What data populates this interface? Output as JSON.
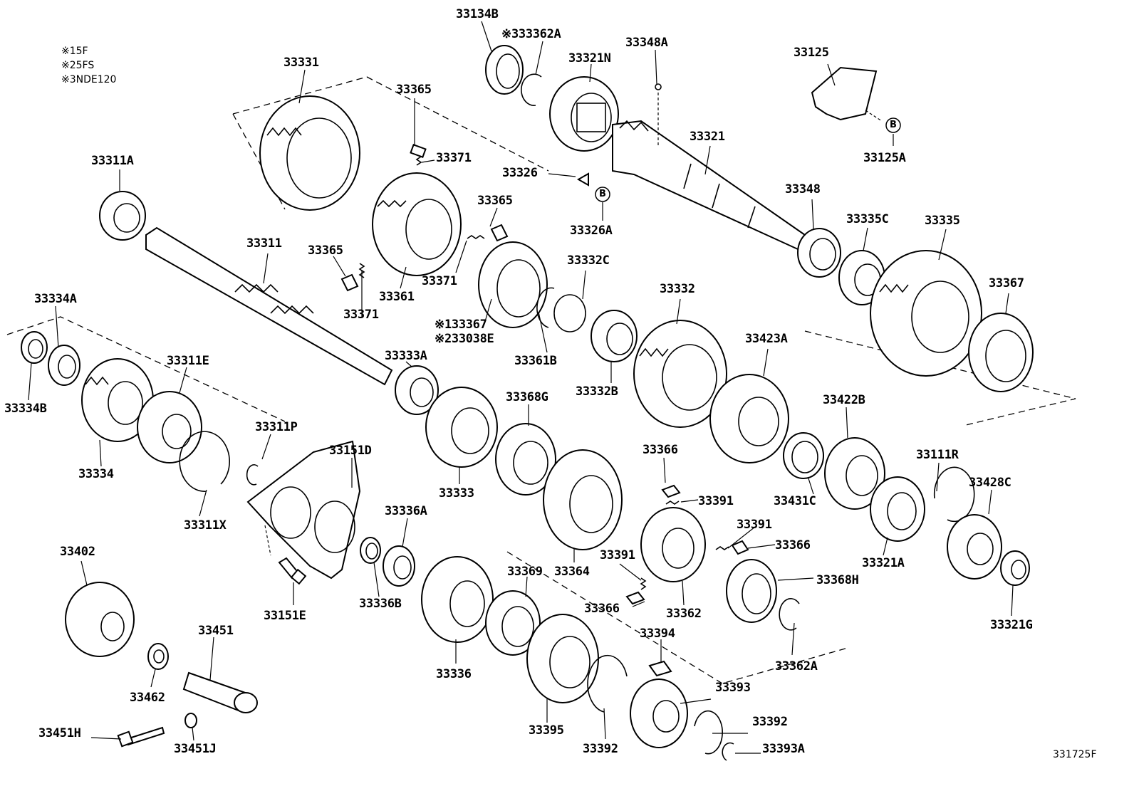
{
  "notes": [
    {
      "mark": "※1",
      "text": "5F"
    },
    {
      "mark": "※2",
      "text": "5FS"
    },
    {
      "mark": "※3",
      "text": "NDE120"
    }
  ],
  "badges": [
    {
      "text": "B"
    },
    {
      "text": "B"
    }
  ],
  "diagram_code": "331725F",
  "labels": [
    {
      "id": "33134B",
      "text": "33134B"
    },
    {
      "id": "33362A-top",
      "text": "※333362A"
    },
    {
      "id": "33348A",
      "text": "33348A"
    },
    {
      "id": "33321N",
      "text": "33321N"
    },
    {
      "id": "33125",
      "text": "33125"
    },
    {
      "id": "33331",
      "text": "33331"
    },
    {
      "id": "33365-a",
      "text": "33365"
    },
    {
      "id": "33371-a",
      "text": "33371"
    },
    {
      "id": "33326",
      "text": "33326"
    },
    {
      "id": "33321",
      "text": "33321"
    },
    {
      "id": "33125A",
      "text": "33125A"
    },
    {
      "id": "33311A",
      "text": "33311A"
    },
    {
      "id": "33326A",
      "text": "33326A"
    },
    {
      "id": "33348",
      "text": "33348"
    },
    {
      "id": "33365-b",
      "text": "33365"
    },
    {
      "id": "33335C",
      "text": "33335C"
    },
    {
      "id": "33335",
      "text": "33335"
    },
    {
      "id": "33311",
      "text": "33311"
    },
    {
      "id": "33365-c",
      "text": "33365"
    },
    {
      "id": "33332C",
      "text": "33332C"
    },
    {
      "id": "33371-b",
      "text": "33371"
    },
    {
      "id": "33361",
      "text": "33361"
    },
    {
      "id": "33367-a",
      "text": "33367"
    },
    {
      "id": "33332",
      "text": "33332"
    },
    {
      "id": "33334A",
      "text": "33334A"
    },
    {
      "id": "33371-c",
      "text": "33371"
    },
    {
      "id": "33367-b",
      "text": "※133367"
    },
    {
      "id": "33038E",
      "text": "※233038E"
    },
    {
      "id": "33423A",
      "text": "33423A"
    },
    {
      "id": "33311E",
      "text": "33311E"
    },
    {
      "id": "33333A",
      "text": "33333A"
    },
    {
      "id": "33361B",
      "text": "33361B"
    },
    {
      "id": "33332B",
      "text": "33332B"
    },
    {
      "id": "33334B",
      "text": "33334B"
    },
    {
      "id": "33368G",
      "text": "33368G"
    },
    {
      "id": "33422B",
      "text": "33422B"
    },
    {
      "id": "33311P",
      "text": "33311P"
    },
    {
      "id": "33151D",
      "text": "33151D"
    },
    {
      "id": "33366-a",
      "text": "33366"
    },
    {
      "id": "33111R",
      "text": "33111R"
    },
    {
      "id": "33334",
      "text": "33334"
    },
    {
      "id": "33333",
      "text": "33333"
    },
    {
      "id": "33428C",
      "text": "33428C"
    },
    {
      "id": "33391-a",
      "text": "33391"
    },
    {
      "id": "33431C",
      "text": "33431C"
    },
    {
      "id": "33336A",
      "text": "33336A"
    },
    {
      "id": "33311X",
      "text": "33311X"
    },
    {
      "id": "33391-b",
      "text": "33391"
    },
    {
      "id": "33402",
      "text": "33402"
    },
    {
      "id": "33366-b",
      "text": "33366"
    },
    {
      "id": "33391-c",
      "text": "33391"
    },
    {
      "id": "33321A",
      "text": "33321A"
    },
    {
      "id": "33369",
      "text": "33369"
    },
    {
      "id": "33364",
      "text": "33364"
    },
    {
      "id": "33368H",
      "text": "33368H"
    },
    {
      "id": "33336B",
      "text": "33336B"
    },
    {
      "id": "33366-c",
      "text": "33366"
    },
    {
      "id": "33151E",
      "text": "33151E"
    },
    {
      "id": "33362",
      "text": "33362"
    },
    {
      "id": "33321G",
      "text": "33321G"
    },
    {
      "id": "33451",
      "text": "33451"
    },
    {
      "id": "33394",
      "text": "33394"
    },
    {
      "id": "33336",
      "text": "33336"
    },
    {
      "id": "33362A",
      "text": "33362A"
    },
    {
      "id": "33462",
      "text": "33462"
    },
    {
      "id": "33393",
      "text": "33393"
    },
    {
      "id": "33392-a",
      "text": "33392"
    },
    {
      "id": "33395",
      "text": "33395"
    },
    {
      "id": "33451H",
      "text": "33451H"
    },
    {
      "id": "33392-b",
      "text": "33392"
    },
    {
      "id": "33451J",
      "text": "33451J"
    },
    {
      "id": "33393A",
      "text": "33393A"
    }
  ]
}
